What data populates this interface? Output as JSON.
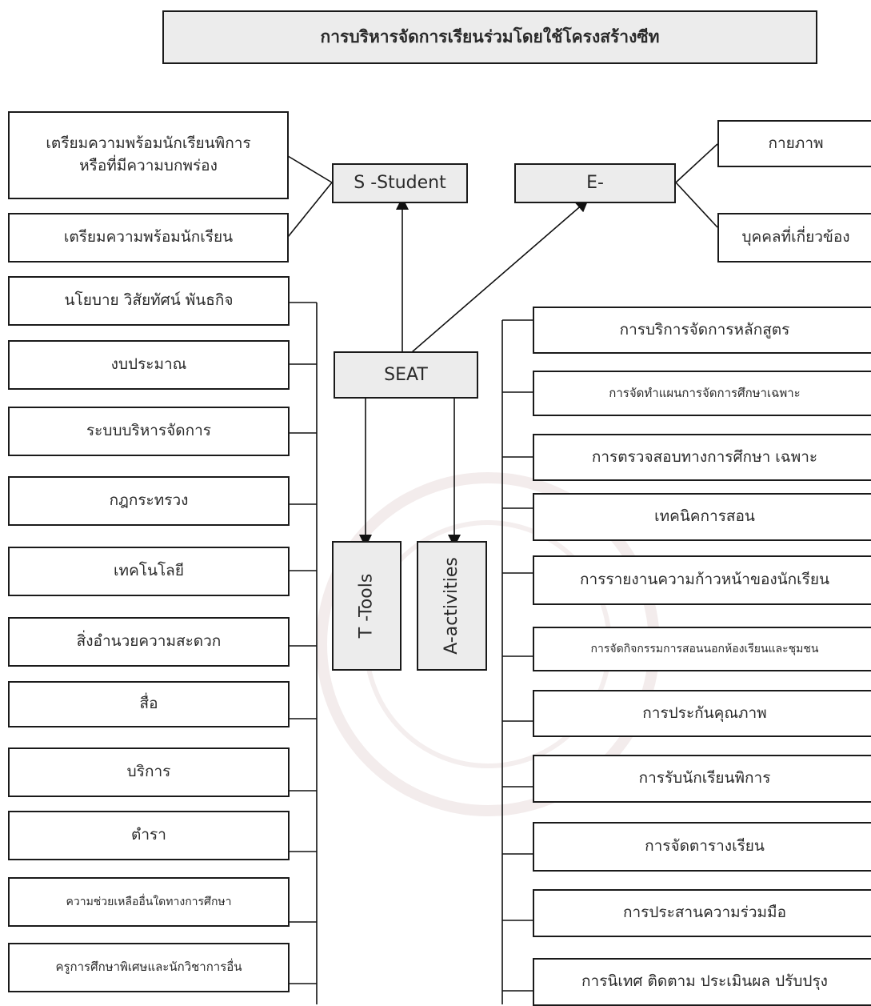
{
  "title": "การบริหารจัดการเรียนร่วมโดยใช้โครงสร้างซีท",
  "center": "SEAT",
  "student": "S -Student",
  "environment": "E-",
  "tools": "T -Tools",
  "activities": "A-activities",
  "student_items": [
    "เตรียมความพร้อมนักเรียนพิการ\nหรือที่มีความบกพร่อง",
    "เตรียมความพร้อมนักเรียน"
  ],
  "env_items": [
    "กายภาพ",
    "บุคคลที่เกี่ยวข้อง"
  ],
  "tools_items": [
    "นโยบาย  วิสัยทัศน์  พันธกิจ",
    "งบประมาณ",
    "ระบบบริหารจัดการ",
    "กฎกระทรวง",
    "เทคโนโลยี",
    "สิ่งอำนวยความสะดวก",
    "สื่อ",
    "บริการ",
    "ตำรา",
    "ความช่วยเหลืออื่นใดทางการศึกษา",
    "ครูการศึกษาพิเศษและนักวิชาการอื่น"
  ],
  "activity_items": [
    "การบริการจัดการหลักสูตร",
    "การจัดทำแผนการจัดการศึกษาเฉพาะ",
    "การตรวจสอบทางการศึกษา เฉพาะ",
    "เทคนิคการสอน",
    "การรายงานความก้าวหน้าของนักเรียน",
    "การจัดกิจกรรมการสอนนอกห้องเรียนและชุมชน",
    "การประกันคุณภาพ",
    "การรับนักเรียนพิการ",
    "การจัดตารางเรียน",
    "การประสานความร่วมมือ",
    "การนิเทศ  ติดตาม  ประเมินผล  ปรับปรุง"
  ]
}
